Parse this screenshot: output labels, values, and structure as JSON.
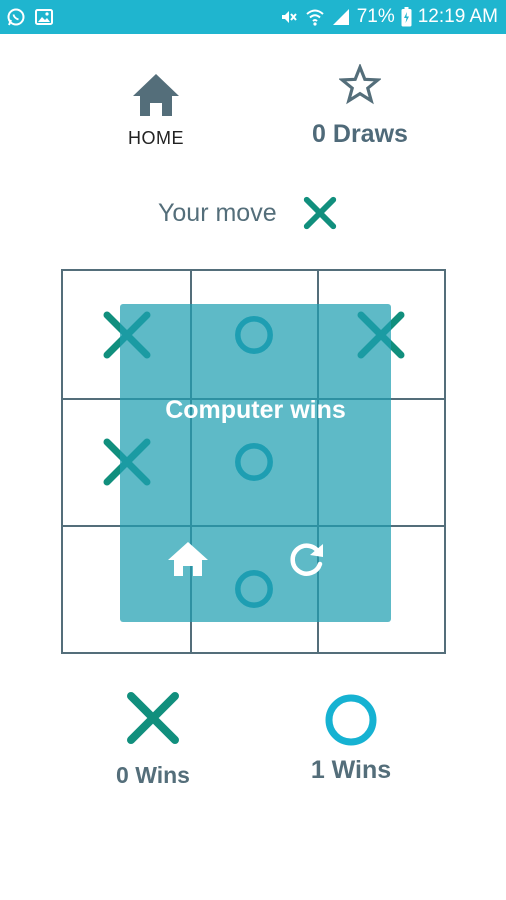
{
  "status_bar": {
    "battery": "71%",
    "time": "12:19 AM",
    "left_icons": [
      "whatsapp-icon",
      "image-icon"
    ],
    "right_icons": [
      "mute-icon",
      "wifi-icon",
      "signal-icon",
      "battery-icon"
    ]
  },
  "header": {
    "home_label": "HOME",
    "draws_label": "0 Draws"
  },
  "turn": {
    "label": "Your move",
    "mark": "X"
  },
  "board": {
    "cells": [
      "X",
      "O",
      "X",
      "X",
      "O",
      "",
      "",
      "O",
      ""
    ],
    "result": "Computer wins",
    "actions": [
      "home-icon",
      "restart-icon"
    ]
  },
  "scores": {
    "x_wins": "0 Wins",
    "o_wins": "1 Wins"
  },
  "colors": {
    "status_bar": "#1fb5cf",
    "x_mark": "#118f7d",
    "o_mark": "#1a9bb2",
    "o_score": "#16b2d2",
    "text": "#546e7a",
    "grid": "#546e7a",
    "overlay": "#20a0b2"
  }
}
